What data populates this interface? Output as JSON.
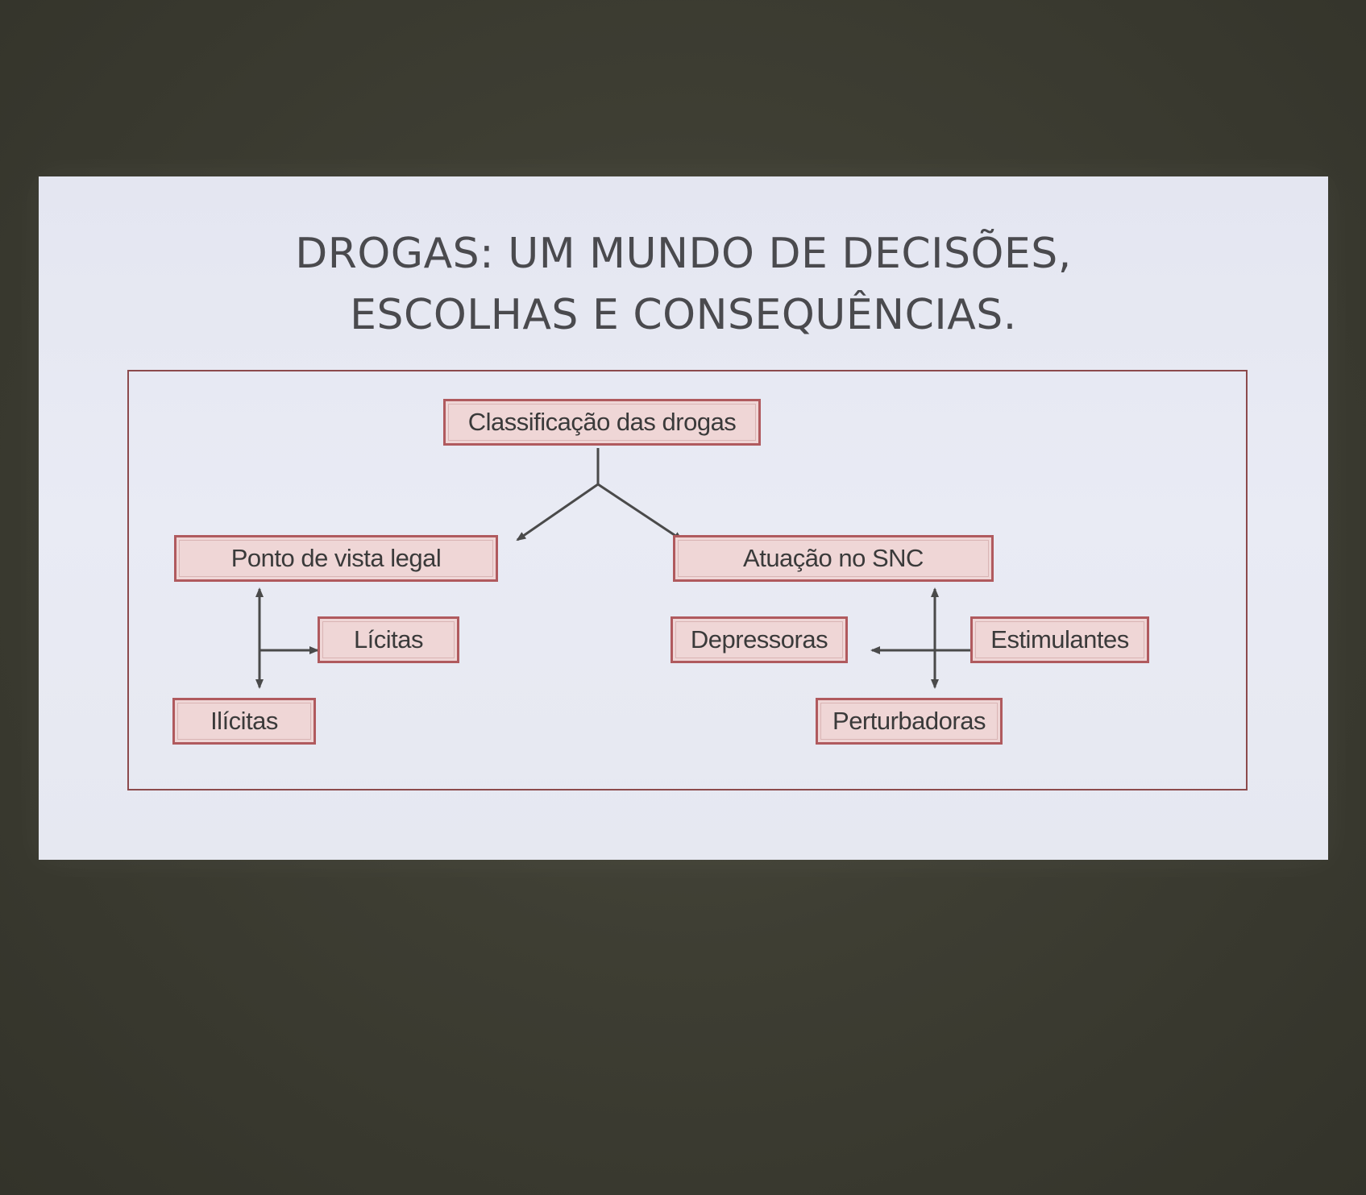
{
  "slide": {
    "title_lines": [
      "DROGAS: UM MUNDO DE DECISÕES,",
      "ESCOLHAS E CONSEQUÊNCIAS."
    ]
  },
  "diagram": {
    "root": "Classificação das drogas",
    "legal": {
      "label": "Ponto de vista legal",
      "children": [
        "Lícitas",
        "Ilícitas"
      ]
    },
    "snc": {
      "label": "Atuação no SNC",
      "children": [
        "Depressoras",
        "Estimulantes",
        "Perturbadoras"
      ]
    },
    "colors": {
      "box_fill": "#efd6d6",
      "box_border": "#b05a5e",
      "frame_border": "#8c4a4c",
      "arrow": "#4a4a4a"
    }
  }
}
